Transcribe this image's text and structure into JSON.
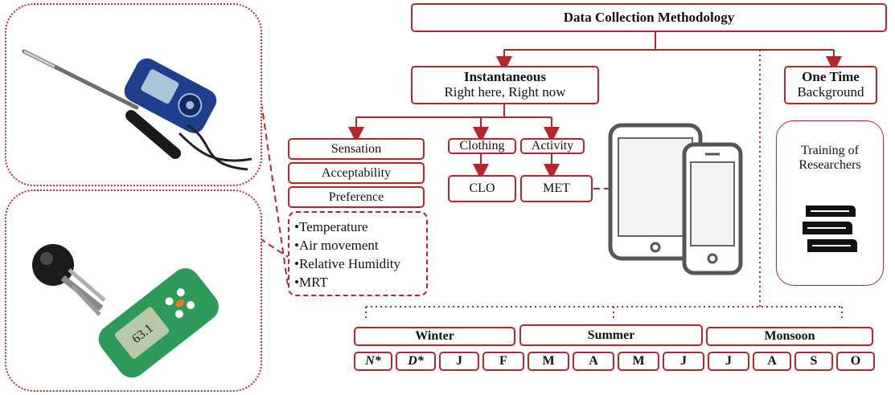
{
  "title": "Data Collection Methodology",
  "instantaneous": {
    "title": "Instantaneous",
    "subtitle": "Right here, Right now"
  },
  "one_time": {
    "title": "One Time",
    "subtitle": "Background"
  },
  "survey_items": [
    "Sensation",
    "Acceptability",
    "Preference"
  ],
  "clothing": {
    "label": "Clothing",
    "unit": "CLO"
  },
  "activity": {
    "label": "Activity",
    "unit": "MET"
  },
  "parameters": [
    "•Temperature",
    "•Air movement",
    "•Relative Humidity",
    "•MRT"
  ],
  "training": {
    "line1": "Training of",
    "line2": "Researchers"
  },
  "seasons": [
    "Winter",
    "Summer",
    "Monsoon"
  ],
  "months": [
    "N*",
    "D*",
    "J",
    "F",
    "M",
    "A",
    "M",
    "J",
    "J",
    "A",
    "S",
    "O"
  ],
  "device_readout": "63.1",
  "colors": {
    "accent": "#b3262b",
    "device_blue": "#1f3f8c",
    "device_green": "#2e9a5a"
  }
}
